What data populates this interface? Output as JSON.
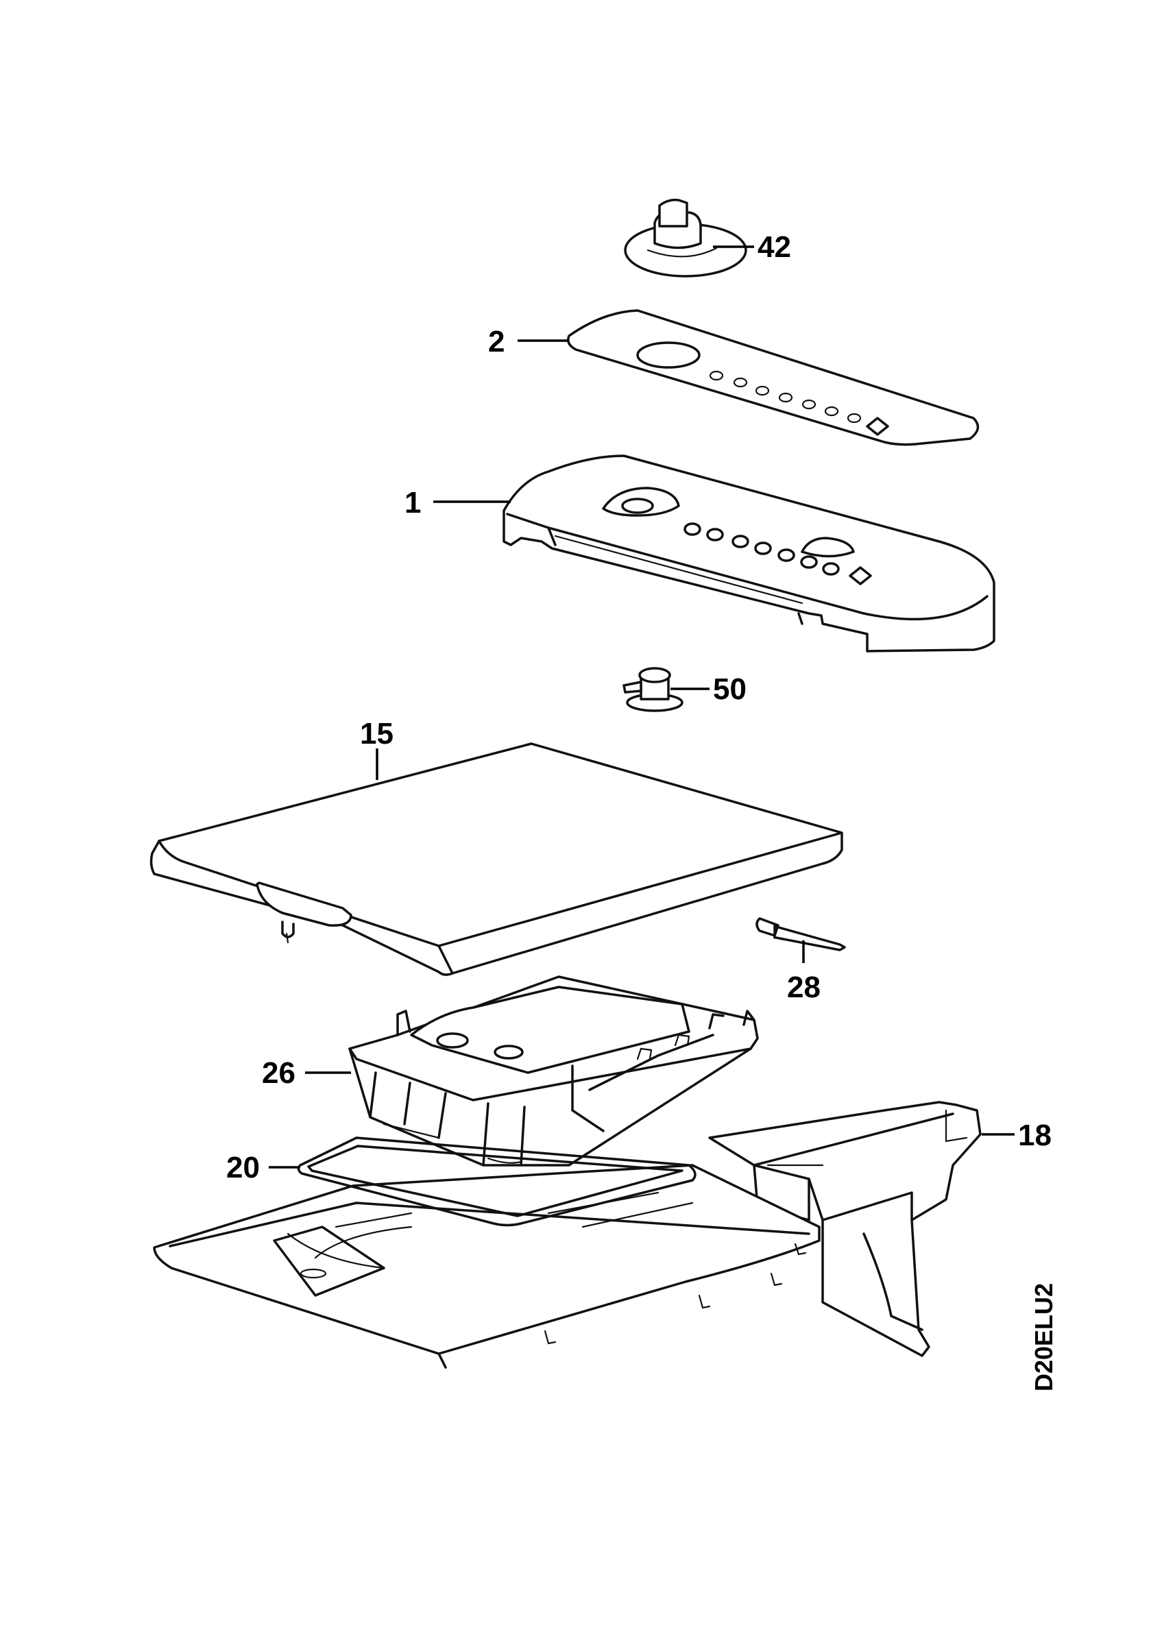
{
  "diagram": {
    "drawing_code": "D20ELU2",
    "callouts": {
      "c42": "42",
      "c2": "2",
      "c1": "1",
      "c50": "50",
      "c15": "15",
      "c28": "28",
      "c26": "26",
      "c20": "20",
      "c18": "18"
    }
  },
  "colors": {
    "line": "#111111",
    "background": "#ffffff"
  }
}
